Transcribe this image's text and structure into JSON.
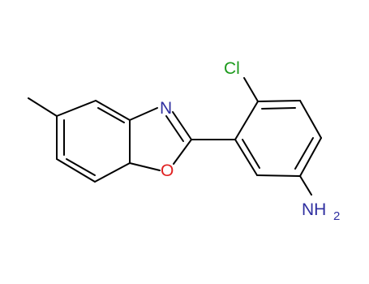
{
  "molecule": {
    "atoms": {
      "chlorine": {
        "symbol": "Cl",
        "color": "#1c9a1c"
      },
      "nitrogen_ring": {
        "symbol": "N",
        "color": "#2f2fa0"
      },
      "oxygen_ring": {
        "symbol": "O",
        "color": "#e02020"
      },
      "amine": {
        "symbol": "NH",
        "subscript": "2",
        "color": "#2f2fa0"
      }
    },
    "bond_color": "#000000"
  }
}
